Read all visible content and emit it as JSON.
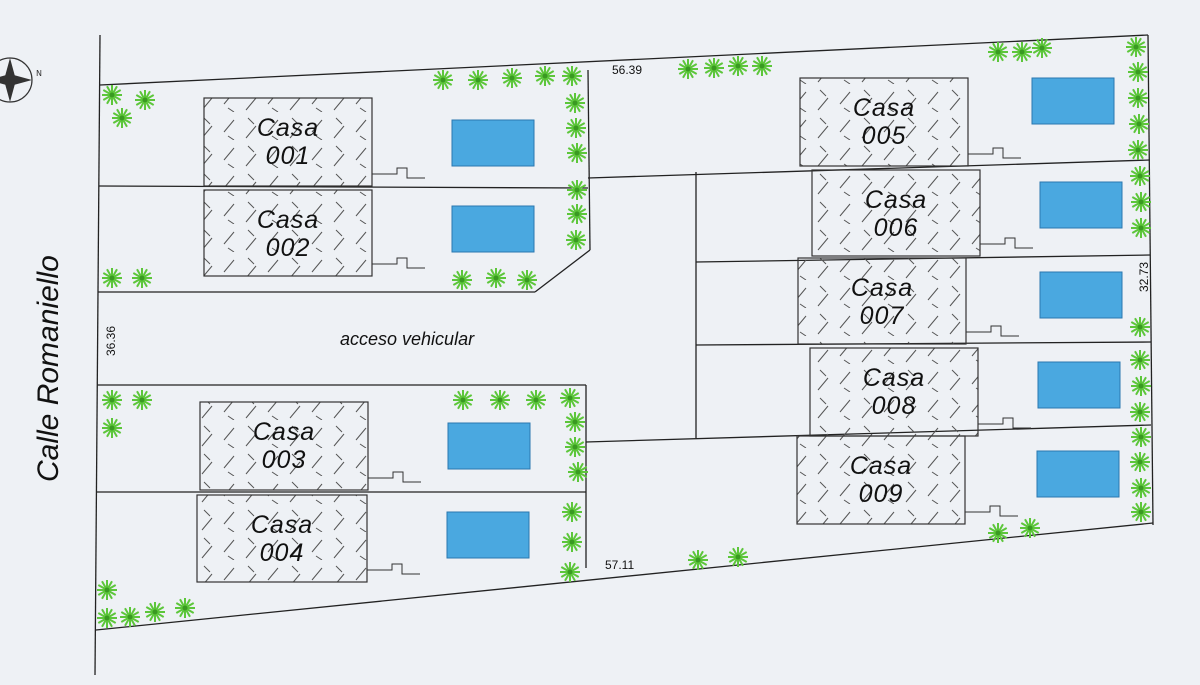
{
  "street": {
    "name": "Calle Romaniello"
  },
  "access": {
    "label": "acceso vehicular"
  },
  "dimensions": {
    "top": "56.39",
    "bottom": "57.11",
    "left": "36.36",
    "right": "32.73"
  },
  "houses": [
    {
      "word": "Casa",
      "number": "001"
    },
    {
      "word": "Casa",
      "number": "002"
    },
    {
      "word": "Casa",
      "number": "003"
    },
    {
      "word": "Casa",
      "number": "004"
    },
    {
      "word": "Casa",
      "number": "005"
    },
    {
      "word": "Casa",
      "number": "006"
    },
    {
      "word": "Casa",
      "number": "007"
    },
    {
      "word": "Casa",
      "number": "008"
    },
    {
      "word": "Casa",
      "number": "009"
    }
  ],
  "colors": {
    "pool": "#4aa8e0",
    "pool_edge": "#2a78b0",
    "tree": "#5cc63a",
    "line": "#222222",
    "background": "#eef1f5"
  },
  "icons": {
    "compass": "north-arrow-icon",
    "tree": "tree-icon",
    "pool": "pool-icon"
  }
}
